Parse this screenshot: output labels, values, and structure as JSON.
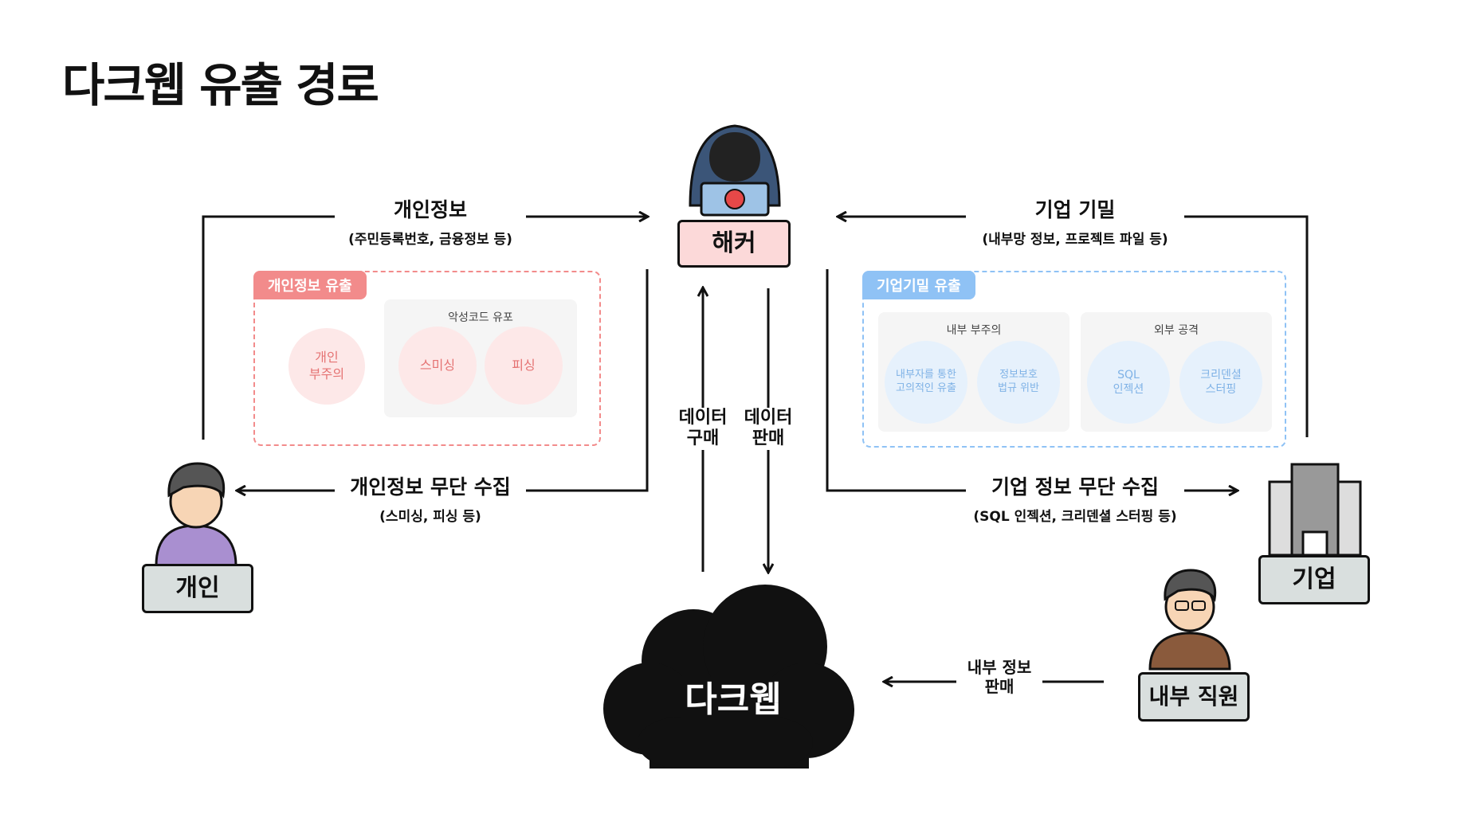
{
  "title": "다크웹 유출 경로",
  "nodes": {
    "hacker": "해커",
    "individual": "개인",
    "company": "기업",
    "employee": "내부 직원",
    "darkweb": "다크웹"
  },
  "edges": {
    "personal_info": {
      "main": "개인정보",
      "sub": "(주민등록번호, 금융정보 등)"
    },
    "personal_collect": {
      "main": "개인정보 무단 수집",
      "sub": "(스미싱, 피싱 등)"
    },
    "corp_secret": {
      "main": "기업 기밀",
      "sub": "(내부망 정보, 프로젝트 파일 등)"
    },
    "corp_collect": {
      "main": "기업 정보 무단 수집",
      "sub": "(SQL 인젝션, 크리덴셜 스터핑 등)"
    },
    "data_buy": "데이터\n구매",
    "data_sell": "데이터\n판매",
    "insider_sell": "내부 정보\n판매"
  },
  "personal_panel": {
    "tag": "개인정보 유출",
    "standalone": "개인\n부주의",
    "group_title": "악성코드 유포",
    "group_items": [
      "스미싱",
      "피싱"
    ]
  },
  "corp_panel": {
    "tag": "기업기밀 유출",
    "internal": {
      "title": "내부 부주의",
      "items": [
        "내부자를 통한\n고의적인 유출",
        "정보보호\n법규 위반"
      ]
    },
    "external": {
      "title": "외부 공격",
      "items": [
        "SQL\n인젝션",
        "크리덴셜\n스터핑"
      ]
    }
  },
  "colors": {
    "personal_accent": "#f28b8b",
    "personal_fill": "#fde8e8",
    "corp_accent": "#8fc2f5",
    "corp_fill": "#e6f1fc",
    "hacker_box": "#fcd9d9",
    "node_box": "#d9dfde",
    "line": "#111111"
  }
}
